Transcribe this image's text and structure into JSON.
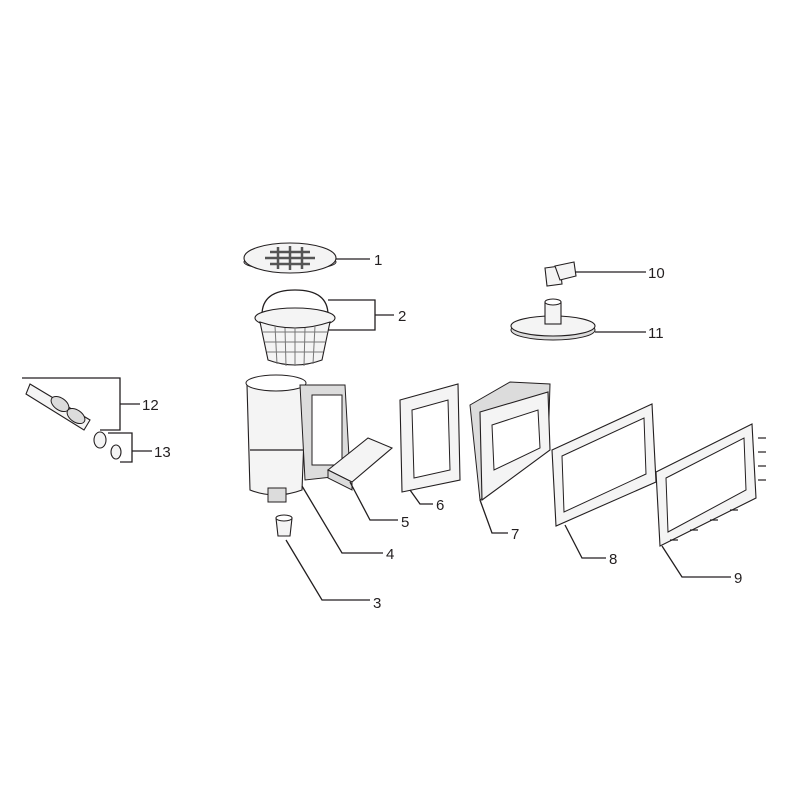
{
  "diagram": {
    "parts": [
      {
        "number": "1"
      },
      {
        "number": "2"
      },
      {
        "number": "3"
      },
      {
        "number": "4"
      },
      {
        "number": "5"
      },
      {
        "number": "6"
      },
      {
        "number": "7"
      },
      {
        "number": "8"
      },
      {
        "number": "9"
      },
      {
        "number": "10"
      },
      {
        "number": "11"
      },
      {
        "number": "12"
      },
      {
        "number": "13"
      }
    ]
  }
}
